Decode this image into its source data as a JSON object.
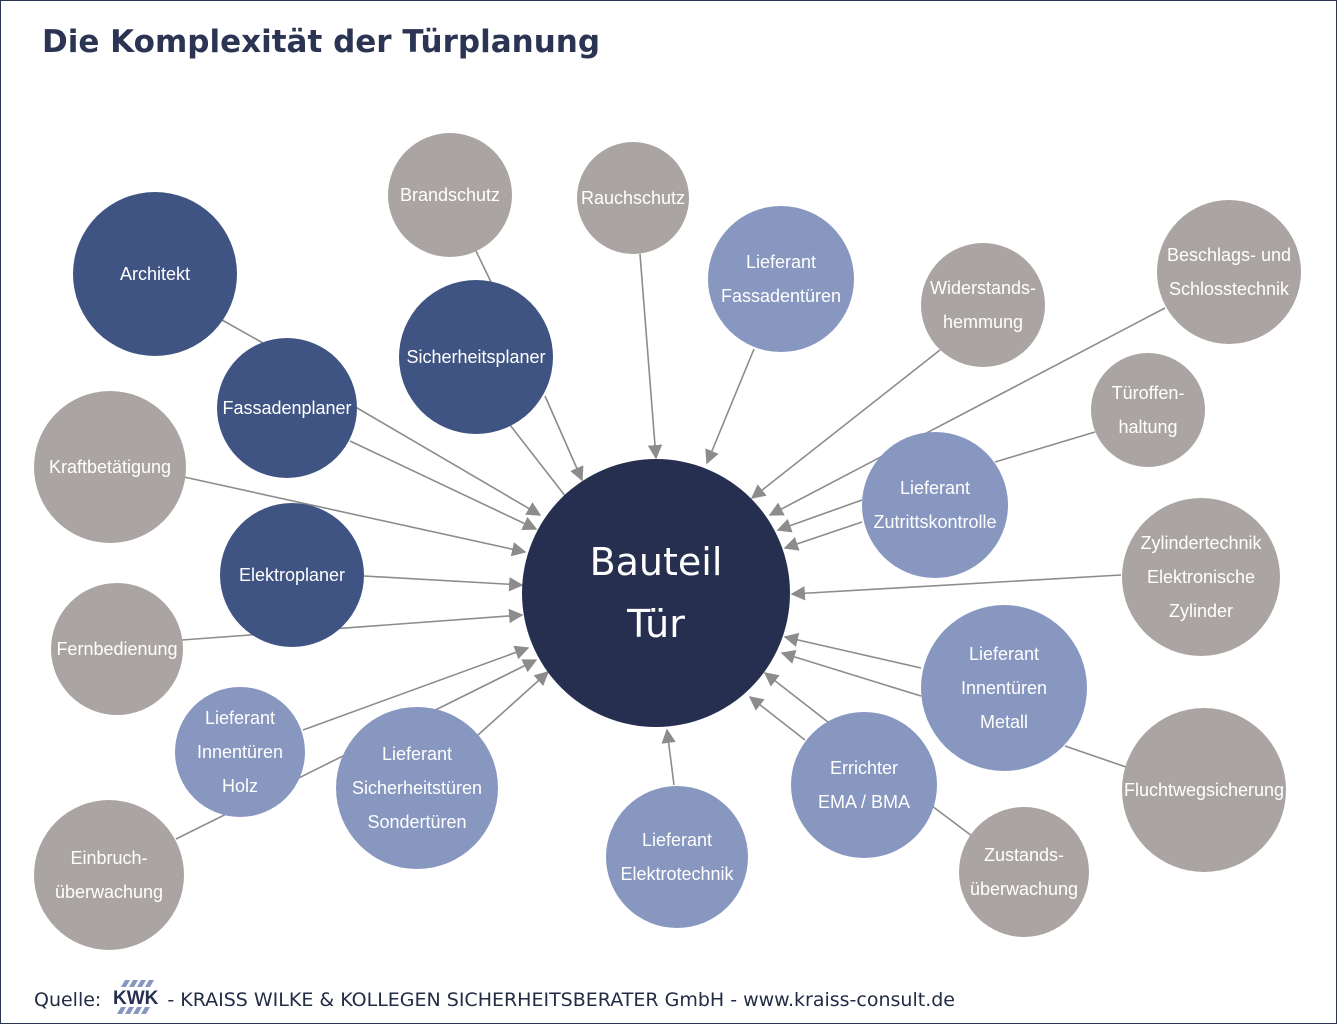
{
  "title": "Die Komplexität der Türplanung",
  "colors": {
    "center": "#262f50",
    "planner": "#3f5483",
    "supplier": "#8797c0",
    "topic": "#aaa5a3",
    "edge": "#8c8c8c",
    "title": "#2b3553"
  },
  "center": {
    "lines": [
      "Bauteil",
      "Tür"
    ]
  },
  "nodes": [
    {
      "id": "architekt",
      "kind": "planner",
      "lines": [
        "Architekt"
      ]
    },
    {
      "id": "fassadenplaner",
      "kind": "planner",
      "lines": [
        "Fassadenplaner"
      ]
    },
    {
      "id": "sicherheitsplaner",
      "kind": "planner",
      "lines": [
        "Sicherheitsplaner"
      ]
    },
    {
      "id": "elektroplaner",
      "kind": "planner",
      "lines": [
        "Elektroplaner"
      ]
    },
    {
      "id": "brandschutz",
      "kind": "topic",
      "lines": [
        "Brandschutz"
      ]
    },
    {
      "id": "rauchschutz",
      "kind": "topic",
      "lines": [
        "Rauchschutz"
      ]
    },
    {
      "id": "kraftbetaetigung",
      "kind": "topic",
      "lines": [
        "Kraftbetätigung"
      ]
    },
    {
      "id": "fernbedienung",
      "kind": "topic",
      "lines": [
        "Fernbedienung"
      ]
    },
    {
      "id": "einbruch",
      "kind": "topic",
      "lines": [
        "Einbruch-",
        "überwachung"
      ]
    },
    {
      "id": "widerstand",
      "kind": "topic",
      "lines": [
        "Widerstands-",
        "hemmung"
      ]
    },
    {
      "id": "beschlag",
      "kind": "topic",
      "lines": [
        "Beschlags- und",
        "Schlosstechnik"
      ]
    },
    {
      "id": "tueroffen",
      "kind": "topic",
      "lines": [
        "Türoffen-",
        "haltung"
      ]
    },
    {
      "id": "zylinder",
      "kind": "topic",
      "lines": [
        "Zylindertechnik",
        "Elektronische",
        "Zylinder"
      ]
    },
    {
      "id": "flucht",
      "kind": "topic",
      "lines": [
        "Fluchtwegsicherung"
      ]
    },
    {
      "id": "zustand",
      "kind": "topic",
      "lines": [
        "Zustands-",
        "überwachung"
      ]
    },
    {
      "id": "lf_fassade",
      "kind": "supplier",
      "lines": [
        "Lieferant",
        "Fassadentüren"
      ]
    },
    {
      "id": "lf_zutritt",
      "kind": "supplier",
      "lines": [
        "Lieferant",
        "Zutrittskontrolle"
      ]
    },
    {
      "id": "lf_metall",
      "kind": "supplier",
      "lines": [
        "Lieferant",
        "Innentüren",
        "Metall"
      ]
    },
    {
      "id": "errichter",
      "kind": "supplier",
      "lines": [
        "Errichter",
        "EMA / BMA"
      ]
    },
    {
      "id": "lf_elektro",
      "kind": "supplier",
      "lines": [
        "Lieferant",
        "Elektrotechnik"
      ]
    },
    {
      "id": "lf_sicher",
      "kind": "supplier",
      "lines": [
        "Lieferant",
        "Sicherheitstüren",
        "Sondertüren"
      ]
    },
    {
      "id": "lf_holz",
      "kind": "supplier",
      "lines": [
        "Lieferant",
        "Innentüren",
        "Holz"
      ]
    }
  ],
  "connections": [
    {
      "from": "architekt",
      "to": "fassadenplaner",
      "arrow": false
    },
    {
      "from": "brandschutz",
      "to": "sicherheitsplaner",
      "arrow": false
    },
    {
      "from": "fassadenplaner",
      "to": "center",
      "arrow": true
    },
    {
      "from": "fassadenplaner",
      "to": "center",
      "arrow": true
    },
    {
      "from": "sicherheitsplaner",
      "to": "center",
      "arrow": true
    },
    {
      "from": "sicherheitsplaner",
      "to": "center",
      "arrow": false
    },
    {
      "from": "kraftbetaetigung",
      "to": "center",
      "arrow": true
    },
    {
      "from": "elektroplaner",
      "to": "center",
      "arrow": true
    },
    {
      "from": "fernbedienung",
      "to": "center",
      "arrow": true
    },
    {
      "from": "rauchschutz",
      "to": "center",
      "arrow": true
    },
    {
      "from": "lf_fassade",
      "to": "center",
      "arrow": true
    },
    {
      "from": "widerstand",
      "to": "center",
      "arrow": true
    },
    {
      "from": "beschlag",
      "to": "center",
      "arrow": true
    },
    {
      "from": "tueroffen",
      "to": "lf_zutritt",
      "arrow": false
    },
    {
      "from": "lf_zutritt",
      "to": "center",
      "arrow": true
    },
    {
      "from": "lf_zutritt",
      "to": "center",
      "arrow": true
    },
    {
      "from": "zylinder",
      "to": "center",
      "arrow": true
    },
    {
      "from": "lf_metall",
      "to": "center",
      "arrow": true
    },
    {
      "from": "lf_metall",
      "to": "center",
      "arrow": true
    },
    {
      "from": "flucht",
      "to": "lf_metall",
      "arrow": false
    },
    {
      "from": "errichter",
      "to": "center",
      "arrow": true
    },
    {
      "from": "errichter",
      "to": "center",
      "arrow": true
    },
    {
      "from": "zustand",
      "to": "errichter",
      "arrow": false
    },
    {
      "from": "lf_elektro",
      "to": "center",
      "arrow": true
    },
    {
      "from": "lf_sicher",
      "to": "center",
      "arrow": true
    },
    {
      "from": "lf_holz",
      "to": "center",
      "arrow": true
    },
    {
      "from": "einbruch",
      "to": "center",
      "arrow": true
    }
  ],
  "footer": {
    "prefix": "Quelle:",
    "logo_text": "KWK",
    "text": "- KRAISS WILKE & KOLLEGEN SICHERHEITSBERATER GmbH - www.kraiss-consult.de"
  }
}
